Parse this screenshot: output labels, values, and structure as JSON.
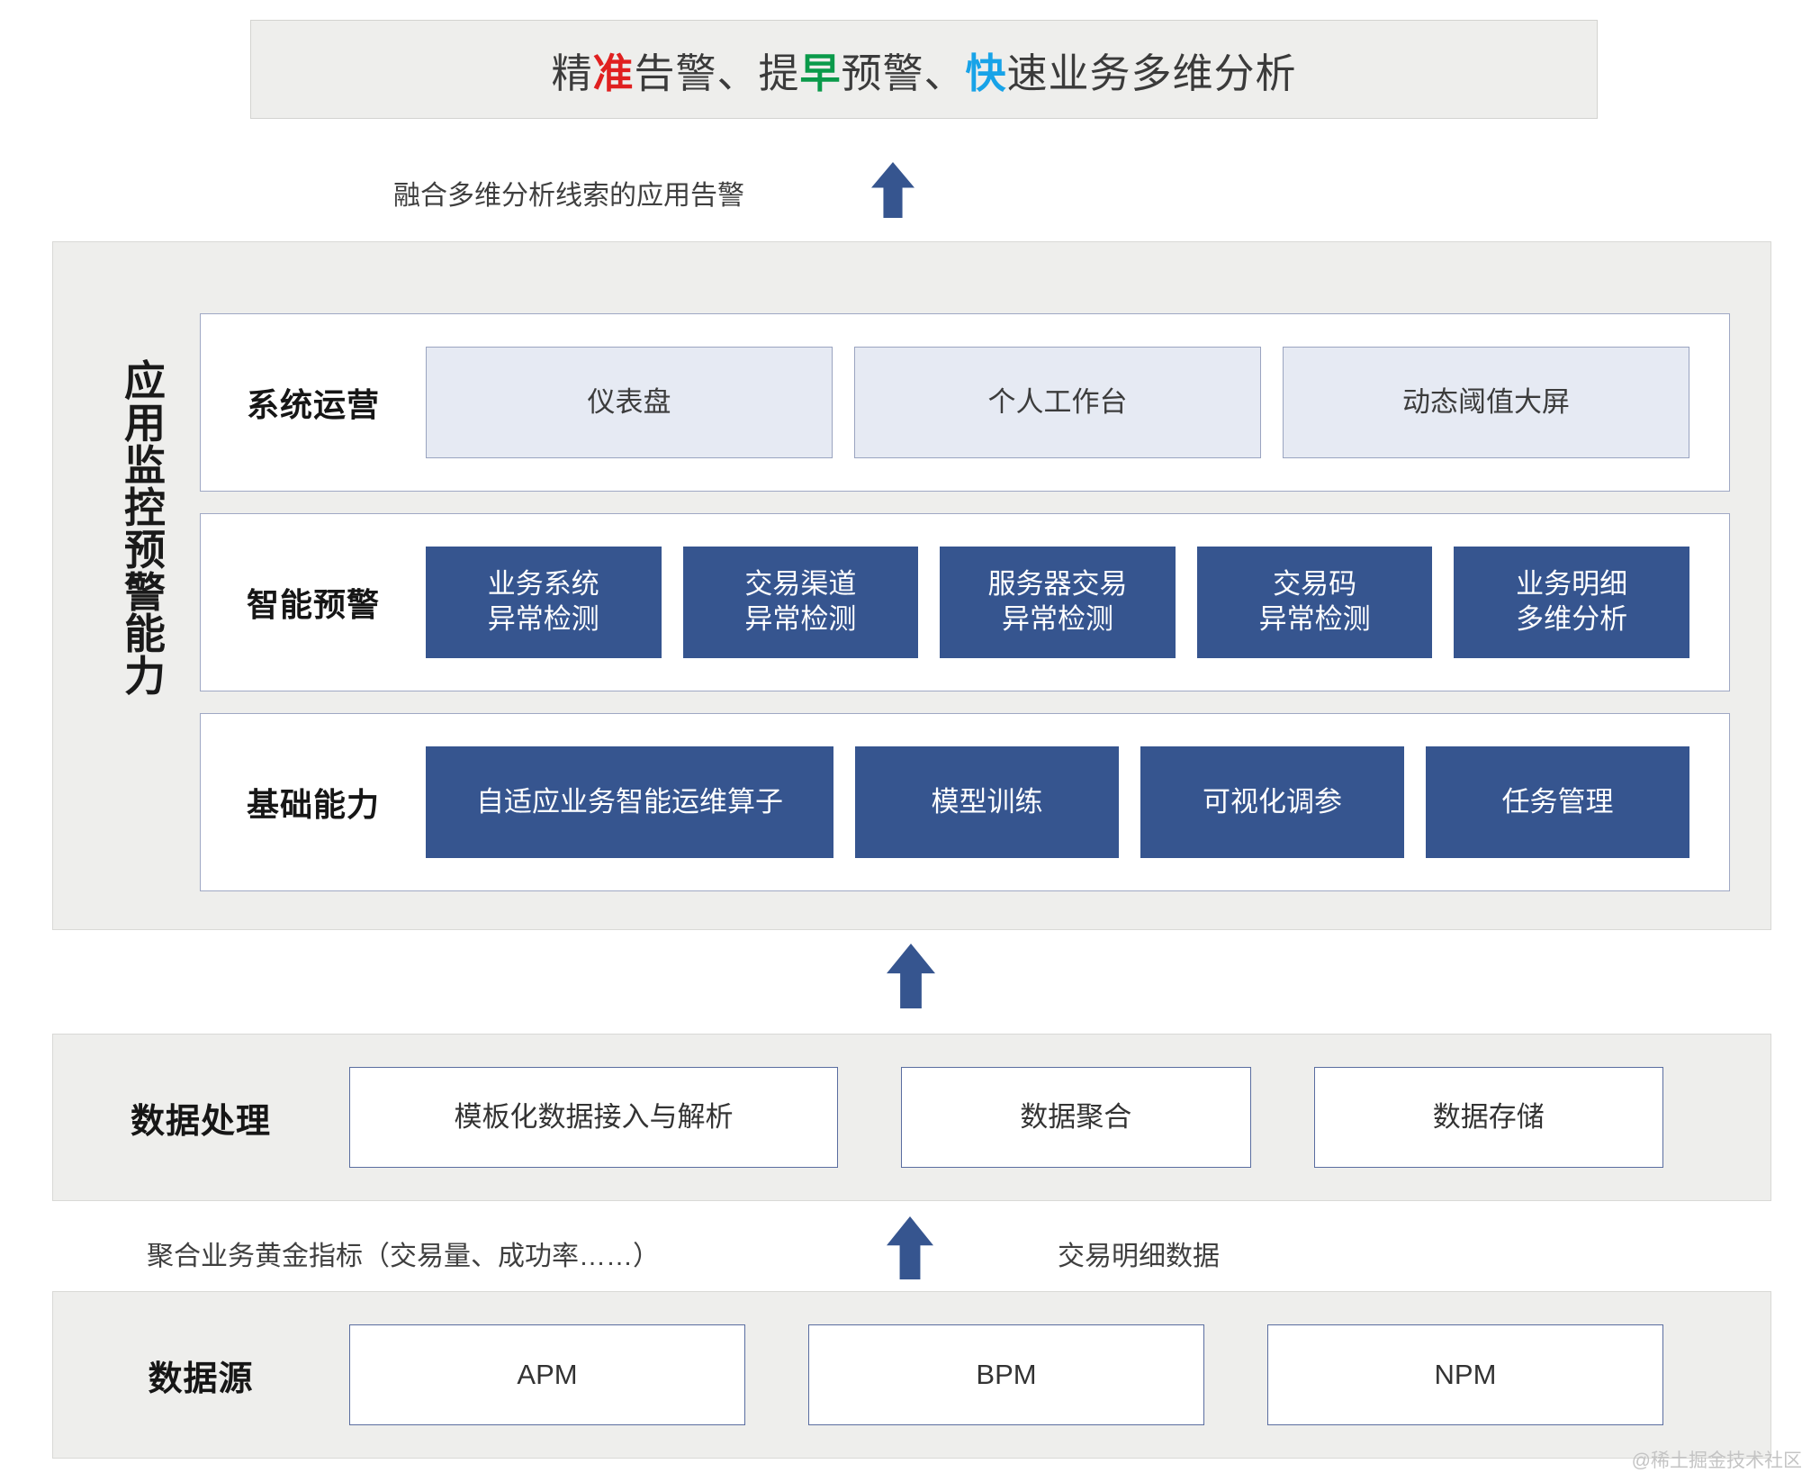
{
  "banner": {
    "segments": [
      {
        "text": "精",
        "color": "default"
      },
      {
        "text": "准",
        "color": "red"
      },
      {
        "text": "告警、提",
        "color": "default"
      },
      {
        "text": "早",
        "color": "green"
      },
      {
        "text": "预警、",
        "color": "default"
      },
      {
        "text": "快",
        "color": "blue"
      },
      {
        "text": "速业务多维分析",
        "color": "default"
      }
    ],
    "full_text": "精准告警、提早预警、快速业务多维分析",
    "highlight_colors": {
      "red": "#e02020",
      "green": "#0a9a4a",
      "blue": "#18a3e8"
    }
  },
  "flow_notes": {
    "top": "融合多维分析线索的应用告警",
    "bottom_left": "聚合业务黄金指标（交易量、成功率……）",
    "bottom_right": "交易明细数据"
  },
  "arrows": {
    "color": "#36558f",
    "top_label": "arrow-up-to-banner",
    "middle_label": "arrow-up-to-app-panel",
    "bottom_label": "arrow-up-to-data-processing"
  },
  "app_panel": {
    "side_label": "应用监控预警能力",
    "side_label_chars": [
      "应",
      "用",
      "监",
      "控",
      "预",
      "警",
      "能",
      "力"
    ],
    "bands": [
      {
        "label": "系统运营",
        "style": "light",
        "items": [
          "仪表盘",
          "个人工作台",
          "动态阈值大屏"
        ]
      },
      {
        "label": "智能预警",
        "style": "blue",
        "items": [
          "业务系统\n异常检测",
          "交易渠道\n异常检测",
          "服务器交易\n异常检测",
          "交易码\n异常检测",
          "业务明细\n多维分析"
        ]
      },
      {
        "label": "基础能力",
        "style": "blue",
        "items": [
          "自适应业务智能运维算子",
          "模型训练",
          "可视化调参",
          "任务管理"
        ],
        "item_flex": [
          1.55,
          1,
          1,
          1
        ]
      }
    ]
  },
  "data_processing": {
    "label": "数据处理",
    "style": "white",
    "items": [
      "模板化数据接入与解析",
      "数据聚合",
      "数据存储"
    ],
    "item_flex": [
      1.4,
      1,
      1
    ]
  },
  "data_source": {
    "label": "数据源",
    "style": "white",
    "items": [
      "APM",
      "BPM",
      "NPM"
    ]
  },
  "watermark": "@稀土掘金技术社区",
  "theme": {
    "panel_bg": "#eeeeec",
    "band_bg": "#ffffff",
    "accent_blue": "#36558f",
    "light_blue_box": "#e6eaf3",
    "box_border_blue": "#5a6da0"
  }
}
